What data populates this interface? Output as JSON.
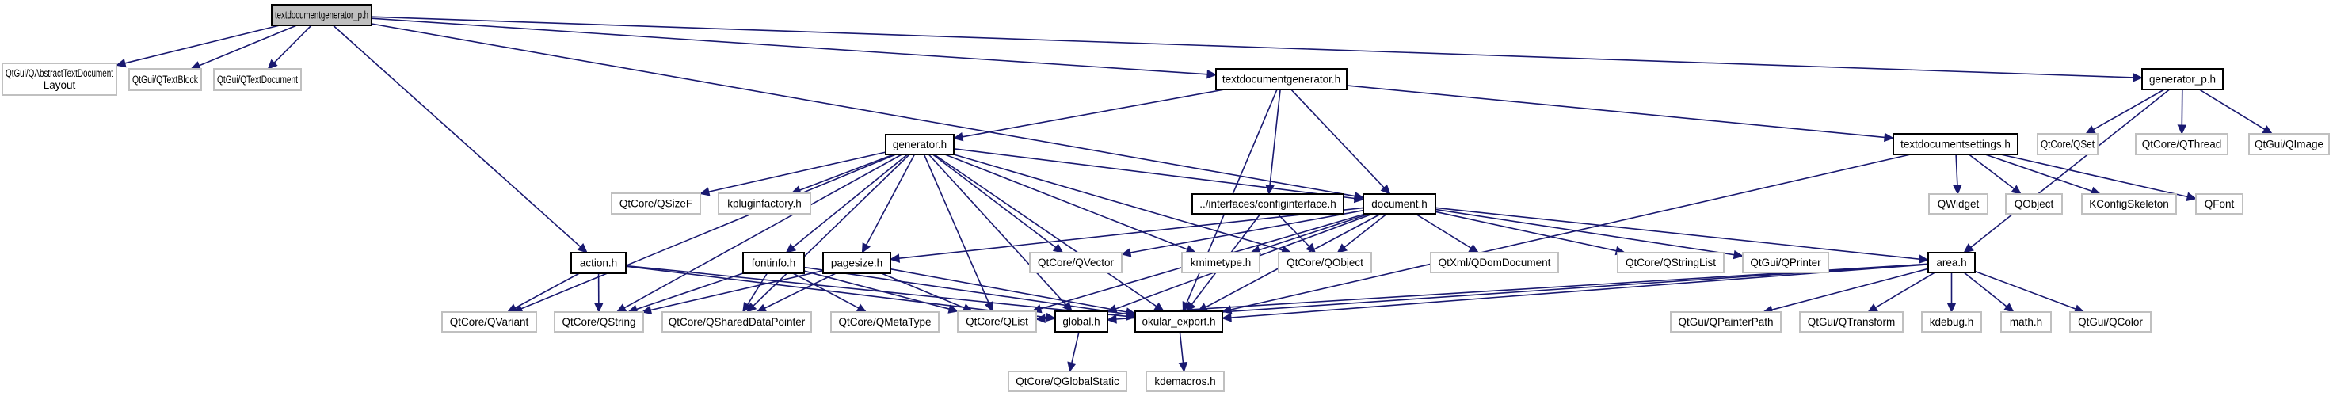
{
  "graph": {
    "title": "textdocumentgenerator_p.h include dependency graph",
    "colors": {
      "edge": "#191970",
      "root_fill": "#bfbfbf",
      "internal_border": "#000000",
      "external_border": "#c0c0c0"
    },
    "nodes": [
      {
        "id": "root",
        "label": "textdocumentgenerator_p.h",
        "kind": "root"
      },
      {
        "id": "qabstracttextdocumentlayout",
        "label": "QtGui/QAbstractTextDocument\nLayout",
        "kind": "external"
      },
      {
        "id": "qtextblock",
        "label": "QtGui/QTextBlock",
        "kind": "external"
      },
      {
        "id": "qtextdocument",
        "label": "QtGui/QTextDocument",
        "kind": "external"
      },
      {
        "id": "textdocumentgenerator",
        "label": "textdocumentgenerator.h",
        "kind": "internal"
      },
      {
        "id": "generator_p",
        "label": "generator_p.h",
        "kind": "internal"
      },
      {
        "id": "qset",
        "label": "QtCore/QSet",
        "kind": "external"
      },
      {
        "id": "qthread",
        "label": "QtCore/QThread",
        "kind": "external"
      },
      {
        "id": "qimage",
        "label": "QtGui/QImage",
        "kind": "external"
      },
      {
        "id": "generator",
        "label": "generator.h",
        "kind": "internal"
      },
      {
        "id": "textdocumentsettings",
        "label": "textdocumentsettings.h",
        "kind": "internal"
      },
      {
        "id": "qwidget",
        "label": "QWidget",
        "kind": "external"
      },
      {
        "id": "qobject_plain",
        "label": "QObject",
        "kind": "external"
      },
      {
        "id": "kconfigskeleton",
        "label": "KConfigSkeleton",
        "kind": "external"
      },
      {
        "id": "qfont",
        "label": "QFont",
        "kind": "external"
      },
      {
        "id": "qsizef",
        "label": "QtCore/QSizeF",
        "kind": "external"
      },
      {
        "id": "kpluginfactory",
        "label": "kpluginfactory.h",
        "kind": "external"
      },
      {
        "id": "configinterface",
        "label": "../interfaces/configinterface.h",
        "kind": "internal"
      },
      {
        "id": "document",
        "label": "document.h",
        "kind": "internal"
      },
      {
        "id": "action",
        "label": "action.h",
        "kind": "internal"
      },
      {
        "id": "fontinfo",
        "label": "fontinfo.h",
        "kind": "internal"
      },
      {
        "id": "pagesize",
        "label": "pagesize.h",
        "kind": "internal"
      },
      {
        "id": "qvector",
        "label": "QtCore/QVector",
        "kind": "external"
      },
      {
        "id": "kmimetype",
        "label": "kmimetype.h",
        "kind": "external"
      },
      {
        "id": "qobject",
        "label": "QtCore/QObject",
        "kind": "external"
      },
      {
        "id": "qdomdocument",
        "label": "QtXml/QDomDocument",
        "kind": "external"
      },
      {
        "id": "qstringlist",
        "label": "QtCore/QStringList",
        "kind": "external"
      },
      {
        "id": "qprinter",
        "label": "QtGui/QPrinter",
        "kind": "external"
      },
      {
        "id": "area",
        "label": "area.h",
        "kind": "internal"
      },
      {
        "id": "qvariant",
        "label": "QtCore/QVariant",
        "kind": "external"
      },
      {
        "id": "qstring",
        "label": "QtCore/QString",
        "kind": "external"
      },
      {
        "id": "qshareddatapointer",
        "label": "QtCore/QSharedDataPointer",
        "kind": "external"
      },
      {
        "id": "qmetatype",
        "label": "QtCore/QMetaType",
        "kind": "external"
      },
      {
        "id": "qlist",
        "label": "QtCore/QList",
        "kind": "external"
      },
      {
        "id": "global",
        "label": "global.h",
        "kind": "internal"
      },
      {
        "id": "okular_export",
        "label": "okular_export.h",
        "kind": "internal"
      },
      {
        "id": "qpainterpath",
        "label": "QtGui/QPainterPath",
        "kind": "external"
      },
      {
        "id": "qtransform",
        "label": "QtGui/QTransform",
        "kind": "external"
      },
      {
        "id": "kdebug",
        "label": "kdebug.h",
        "kind": "external"
      },
      {
        "id": "math",
        "label": "math.h",
        "kind": "external"
      },
      {
        "id": "qcolor",
        "label": "QtGui/QColor",
        "kind": "external"
      },
      {
        "id": "qglobalstatic",
        "label": "QtCore/QGlobalStatic",
        "kind": "external"
      },
      {
        "id": "kdemacros",
        "label": "kdemacros.h",
        "kind": "external"
      }
    ],
    "edges": [
      [
        "root",
        "qabstracttextdocumentlayout"
      ],
      [
        "root",
        "qtextblock"
      ],
      [
        "root",
        "qtextdocument"
      ],
      [
        "root",
        "textdocumentgenerator"
      ],
      [
        "root",
        "generator_p"
      ],
      [
        "root",
        "action"
      ],
      [
        "root",
        "document"
      ],
      [
        "textdocumentgenerator",
        "generator"
      ],
      [
        "textdocumentgenerator",
        "configinterface"
      ],
      [
        "textdocumentgenerator",
        "document"
      ],
      [
        "textdocumentgenerator",
        "textdocumentsettings"
      ],
      [
        "textdocumentgenerator",
        "okular_export"
      ],
      [
        "generator_p",
        "qset"
      ],
      [
        "generator_p",
        "qthread"
      ],
      [
        "generator_p",
        "qimage"
      ],
      [
        "generator_p",
        "area"
      ],
      [
        "textdocumentsettings",
        "qwidget"
      ],
      [
        "textdocumentsettings",
        "qobject_plain"
      ],
      [
        "textdocumentsettings",
        "kconfigskeleton"
      ],
      [
        "textdocumentsettings",
        "qfont"
      ],
      [
        "textdocumentsettings",
        "okular_export"
      ],
      [
        "generator",
        "qsizef"
      ],
      [
        "generator",
        "kpluginfactory"
      ],
      [
        "generator",
        "fontinfo"
      ],
      [
        "generator",
        "pagesize"
      ],
      [
        "generator",
        "qvector"
      ],
      [
        "generator",
        "kmimetype"
      ],
      [
        "generator",
        "qobject"
      ],
      [
        "generator",
        "document"
      ],
      [
        "generator",
        "qvariant"
      ],
      [
        "generator",
        "qstring"
      ],
      [
        "generator",
        "qshareddatapointer"
      ],
      [
        "generator",
        "qlist"
      ],
      [
        "generator",
        "global"
      ],
      [
        "generator",
        "okular_export"
      ],
      [
        "configinterface",
        "qobject"
      ],
      [
        "configinterface",
        "okular_export"
      ],
      [
        "document",
        "pagesize"
      ],
      [
        "document",
        "qvector"
      ],
      [
        "document",
        "kmimetype"
      ],
      [
        "document",
        "qobject"
      ],
      [
        "document",
        "qdomdocument"
      ],
      [
        "document",
        "qstringlist"
      ],
      [
        "document",
        "qprinter"
      ],
      [
        "document",
        "area"
      ],
      [
        "document",
        "global"
      ],
      [
        "document",
        "okular_export"
      ],
      [
        "document",
        "qlist"
      ],
      [
        "action",
        "qvariant"
      ],
      [
        "action",
        "qstring"
      ],
      [
        "action",
        "global"
      ],
      [
        "action",
        "okular_export"
      ],
      [
        "fontinfo",
        "qstring"
      ],
      [
        "fontinfo",
        "qshareddatapointer"
      ],
      [
        "fontinfo",
        "qmetatype"
      ],
      [
        "fontinfo",
        "qlist"
      ],
      [
        "fontinfo",
        "okular_export"
      ],
      [
        "pagesize",
        "qstring"
      ],
      [
        "pagesize",
        "qshareddatapointer"
      ],
      [
        "pagesize",
        "qlist"
      ],
      [
        "pagesize",
        "okular_export"
      ],
      [
        "area",
        "qpainterpath"
      ],
      [
        "area",
        "qtransform"
      ],
      [
        "area",
        "kdebug"
      ],
      [
        "area",
        "math"
      ],
      [
        "area",
        "qcolor"
      ],
      [
        "area",
        "qlist"
      ],
      [
        "area",
        "global"
      ],
      [
        "area",
        "okular_export"
      ],
      [
        "global",
        "qglobalstatic"
      ],
      [
        "okular_export",
        "kdemacros"
      ]
    ]
  }
}
